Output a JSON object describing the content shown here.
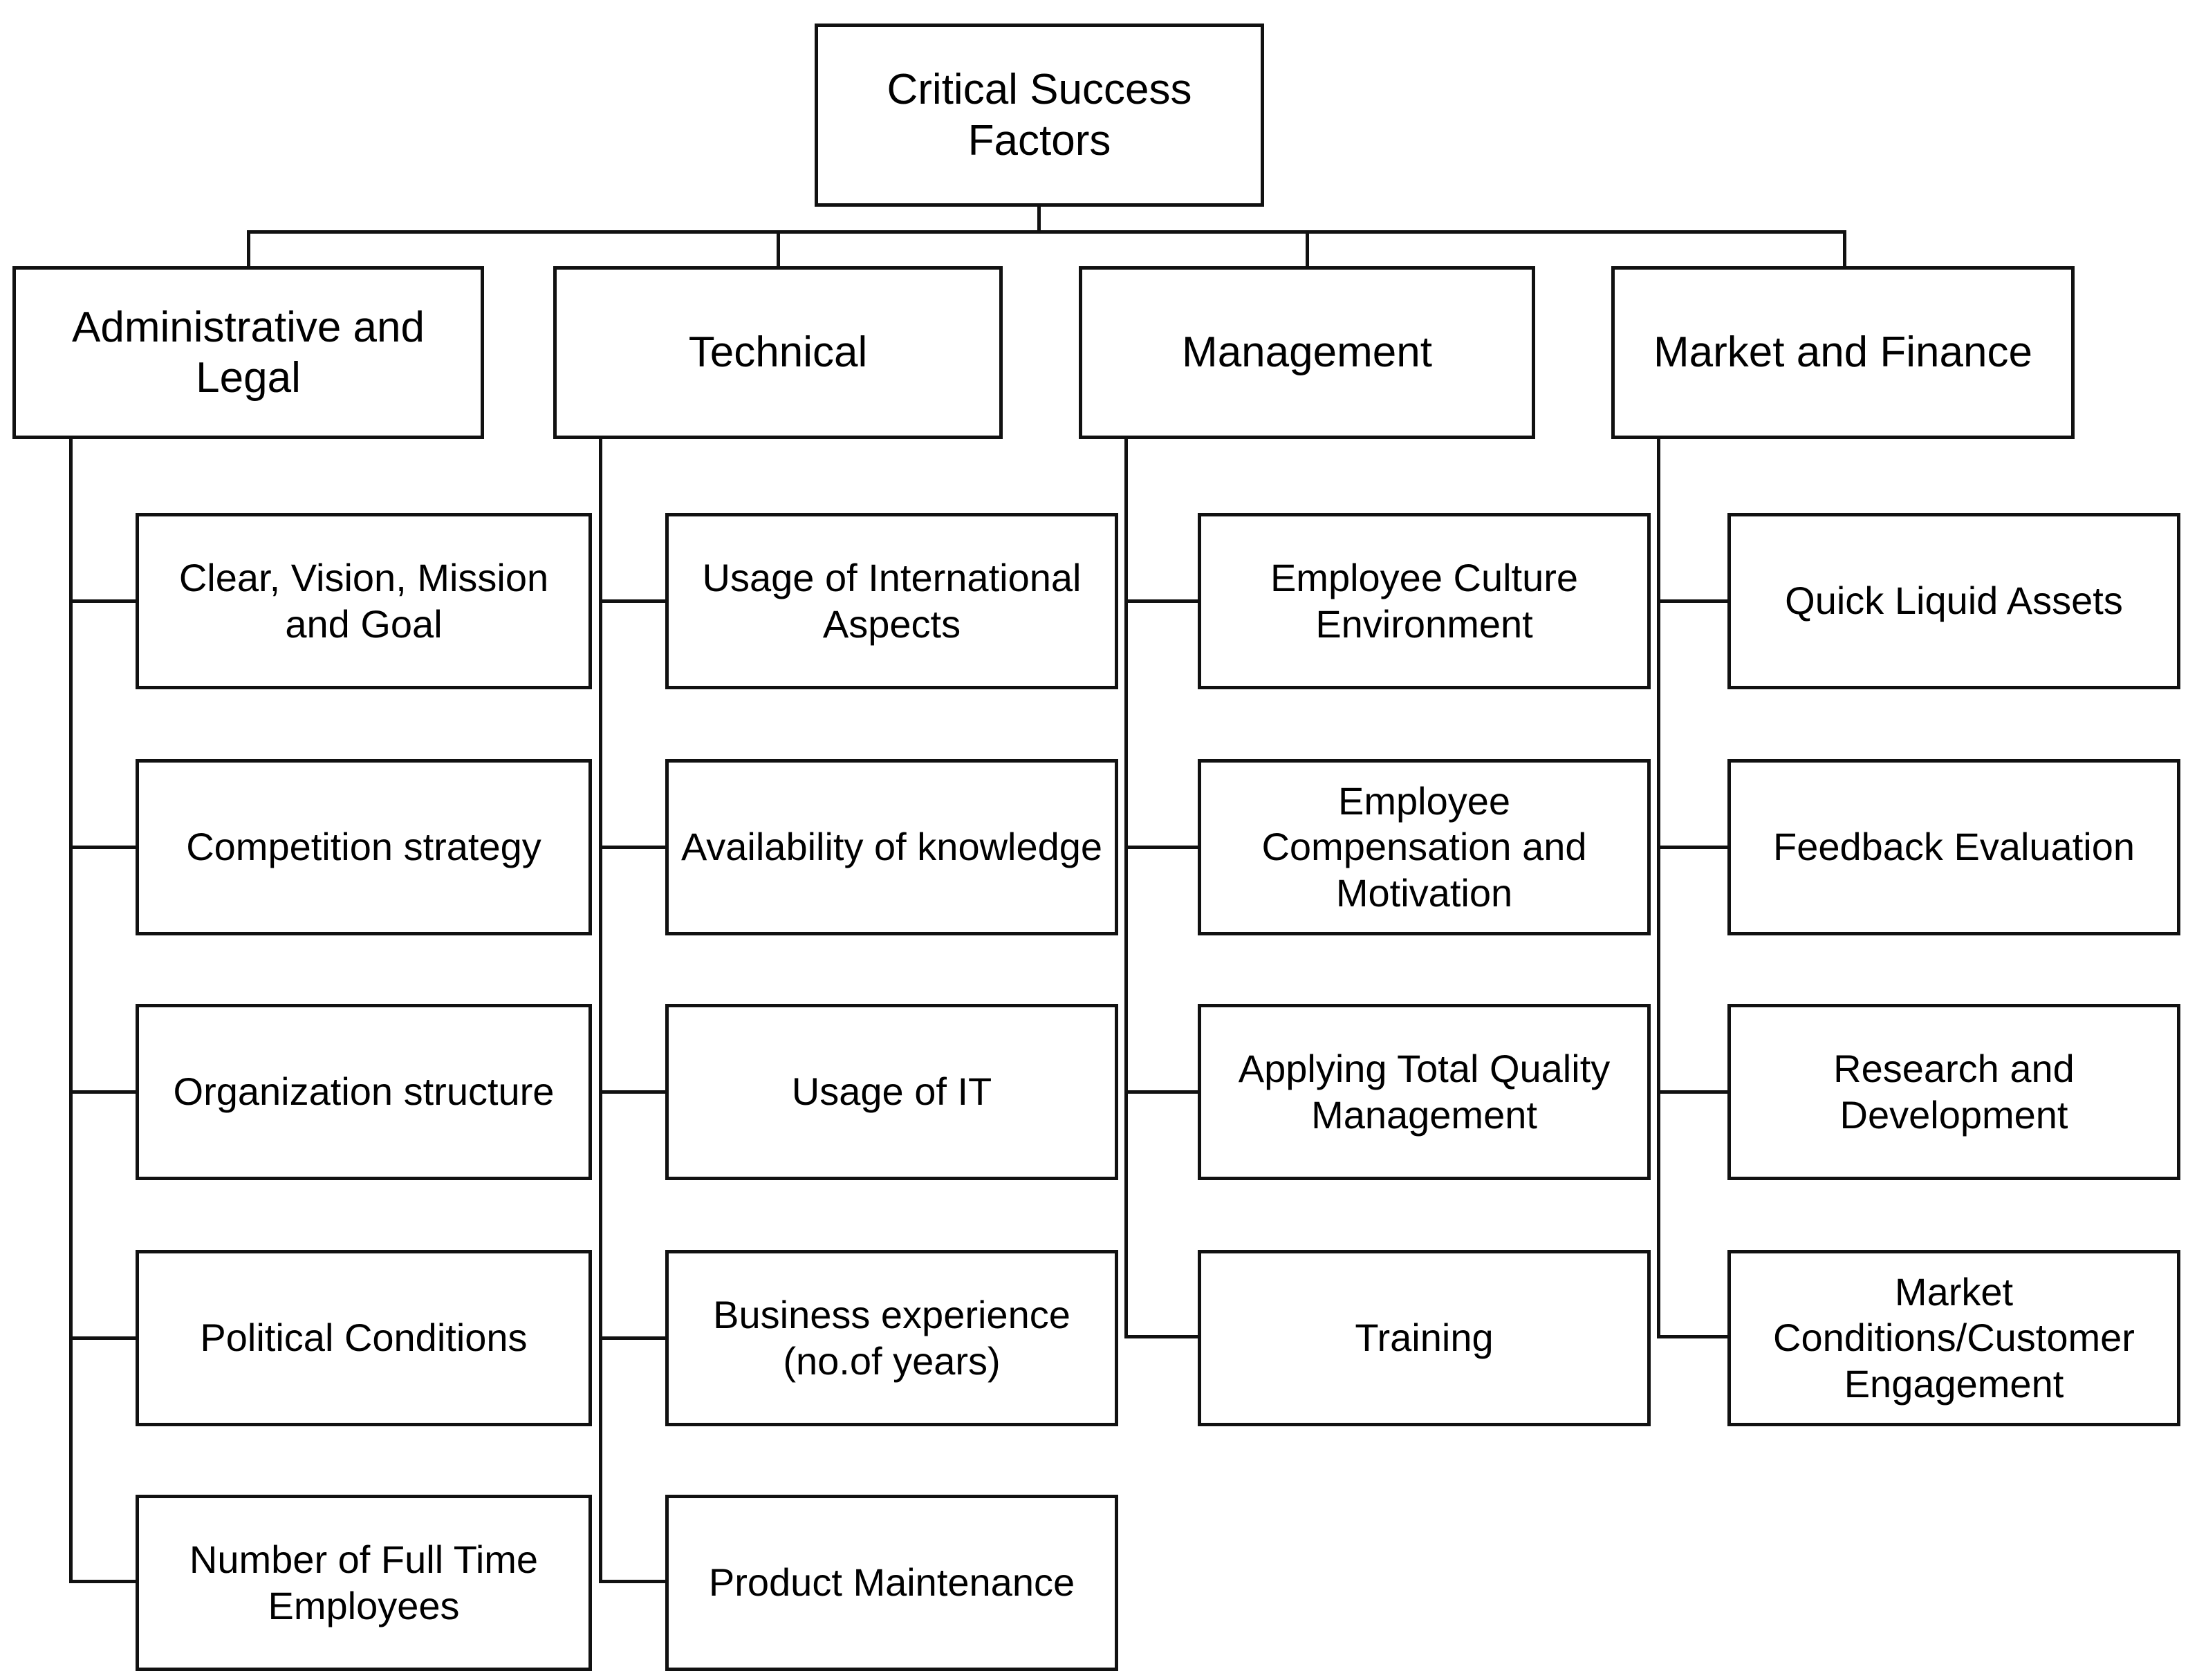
{
  "diagram": {
    "type": "hierarchy-tree",
    "root": {
      "label": "Critical Success Factors"
    },
    "branches": [
      {
        "label": "Administrative and Legal",
        "children": [
          {
            "label": "Clear, Vision, Mission and Goal"
          },
          {
            "label": "Competition strategy"
          },
          {
            "label": "Organization structure"
          },
          {
            "label": "Political Conditions"
          },
          {
            "label": "Number of Full Time Employees"
          }
        ]
      },
      {
        "label": "Technical",
        "children": [
          {
            "label": "Usage of International Aspects"
          },
          {
            "label": "Availability of knowledge"
          },
          {
            "label": "Usage of IT"
          },
          {
            "label": "Business experience (no.of years)"
          },
          {
            "label": "Product Maintenance"
          }
        ]
      },
      {
        "label": "Management",
        "children": [
          {
            "label": "Employee Culture Environment"
          },
          {
            "label": "Employee Compensation and Motivation"
          },
          {
            "label": "Applying Total Quality Management"
          },
          {
            "label": "Training"
          }
        ]
      },
      {
        "label": "Market and Finance",
        "children": [
          {
            "label": "Quick Liquid Assets"
          },
          {
            "label": "Feedback Evaluation"
          },
          {
            "label": "Research and Development"
          },
          {
            "label": "Market Conditions/Customer Engagement"
          }
        ]
      }
    ],
    "colors": {
      "background": "#ffffff",
      "box_border": "#111111",
      "text": "#000000",
      "connector": "#111111"
    }
  }
}
